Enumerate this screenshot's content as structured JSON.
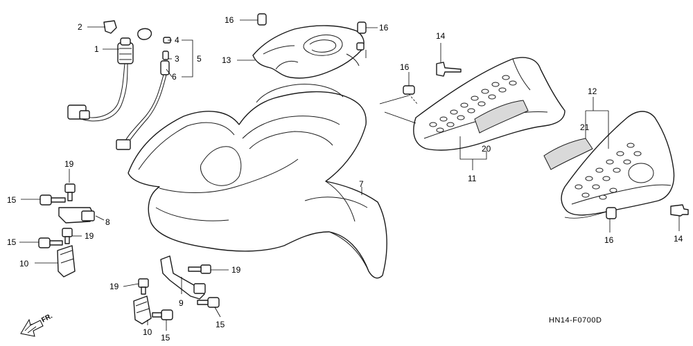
{
  "diagram_code": "HN14-F0700D",
  "direction_label": "FR.",
  "callouts": [
    {
      "id": "c2a",
      "num": "2"
    },
    {
      "id": "c1",
      "num": "1"
    },
    {
      "id": "c4",
      "num": "4"
    },
    {
      "id": "c3",
      "num": "3"
    },
    {
      "id": "c5",
      "num": "5"
    },
    {
      "id": "c6",
      "num": "6"
    },
    {
      "id": "c16a",
      "num": "16"
    },
    {
      "id": "c16b",
      "num": "16"
    },
    {
      "id": "c13",
      "num": "13"
    },
    {
      "id": "c14a",
      "num": "14"
    },
    {
      "id": "c16c",
      "num": "16"
    },
    {
      "id": "c12",
      "num": "12"
    },
    {
      "id": "c21",
      "num": "21"
    },
    {
      "id": "c20",
      "num": "20"
    },
    {
      "id": "c11",
      "num": "11"
    },
    {
      "id": "c7",
      "num": "7"
    },
    {
      "id": "c19a",
      "num": "19"
    },
    {
      "id": "c15a",
      "num": "15"
    },
    {
      "id": "c8",
      "num": "8"
    },
    {
      "id": "c15b",
      "num": "15"
    },
    {
      "id": "c19b",
      "num": "19"
    },
    {
      "id": "c10a",
      "num": "10"
    },
    {
      "id": "c19c",
      "num": "19"
    },
    {
      "id": "c9",
      "num": "9"
    },
    {
      "id": "c19d",
      "num": "19"
    },
    {
      "id": "c10b",
      "num": "10"
    },
    {
      "id": "c15c",
      "num": "15"
    },
    {
      "id": "c15d",
      "num": "15"
    },
    {
      "id": "c16d",
      "num": "16"
    },
    {
      "id": "c14b",
      "num": "14"
    }
  ]
}
